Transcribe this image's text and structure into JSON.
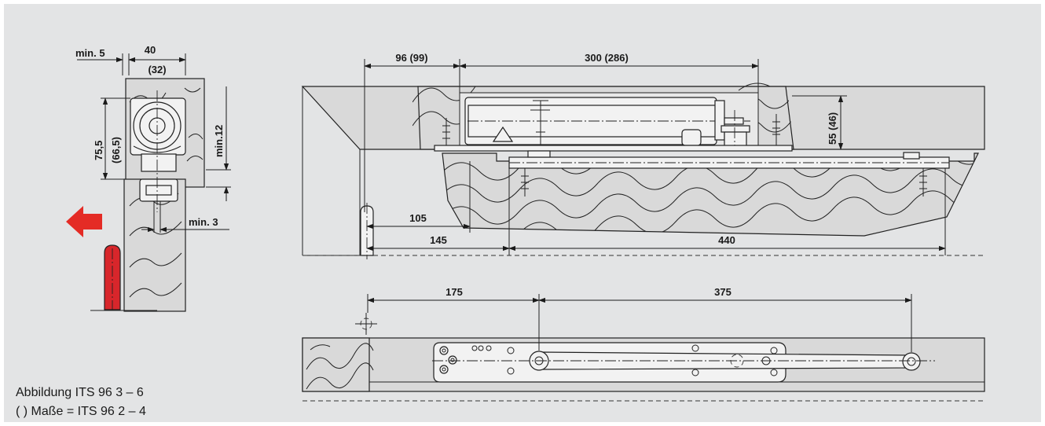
{
  "dimensions": {
    "side": {
      "min5": "min. 5",
      "w40": "40",
      "w32": "(32)",
      "h75": "75,5",
      "h66": "(66,5)",
      "min12": "min.12",
      "min3": "min. 3"
    },
    "top": {
      "d96": "96 (99)",
      "d300": "300 (286)",
      "d55": "55 (46)",
      "d105": "105",
      "d145": "145",
      "d440": "440"
    },
    "bottom": {
      "d175": "175",
      "d375": "375"
    }
  },
  "caption": {
    "line1": "Abbildung  ITS 96 3 – 6",
    "line2": "( ) Maße = ITS 96 2 – 4"
  },
  "colors": {
    "background": "#e3e4e5",
    "stop_red": "#d8262b",
    "arrow_red": "#e42b25"
  }
}
